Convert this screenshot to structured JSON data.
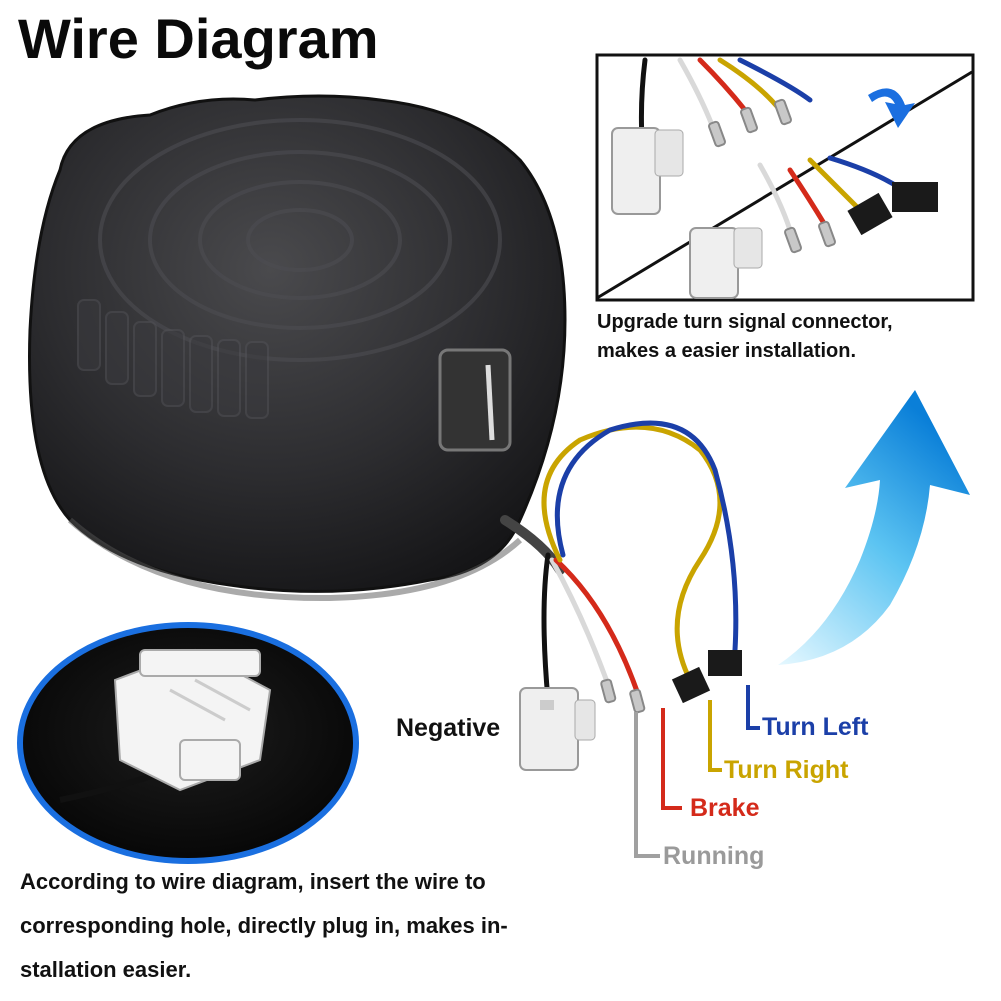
{
  "title": "Wire Diagram",
  "inset_caption_line1": "Upgrade turn signal connector,",
  "inset_caption_line2": "makes a easier installation.",
  "bottom_caption_line1": "According to wire diagram, insert the wire to",
  "bottom_caption_line2": "corresponding hole, directly plug in, makes in-",
  "bottom_caption_line3": "stallation easier.",
  "wires": [
    {
      "key": "negative",
      "label": "Negative",
      "color": "#111111"
    },
    {
      "key": "running",
      "label": "Running",
      "color": "#9a9a9a"
    },
    {
      "key": "brake",
      "label": "Brake",
      "color": "#d42a1a"
    },
    {
      "key": "turn_right",
      "label": "Turn Right",
      "color": "#c9a400"
    },
    {
      "key": "turn_left",
      "label": "Turn Left",
      "color": "#1b3fa8"
    }
  ],
  "colors": {
    "arrow_light": "#b8ecff",
    "arrow_dark": "#0a7fd8",
    "lens": "#2a2a2c",
    "connector": "#eeeeee",
    "inset_ellipse_border": "#1a6fe0"
  },
  "icons": [
    "tail-light-lens",
    "white-connector",
    "bullet-terminal",
    "black-connector",
    "upgrade-arrow-icon",
    "rotate-arrow-icon"
  ]
}
